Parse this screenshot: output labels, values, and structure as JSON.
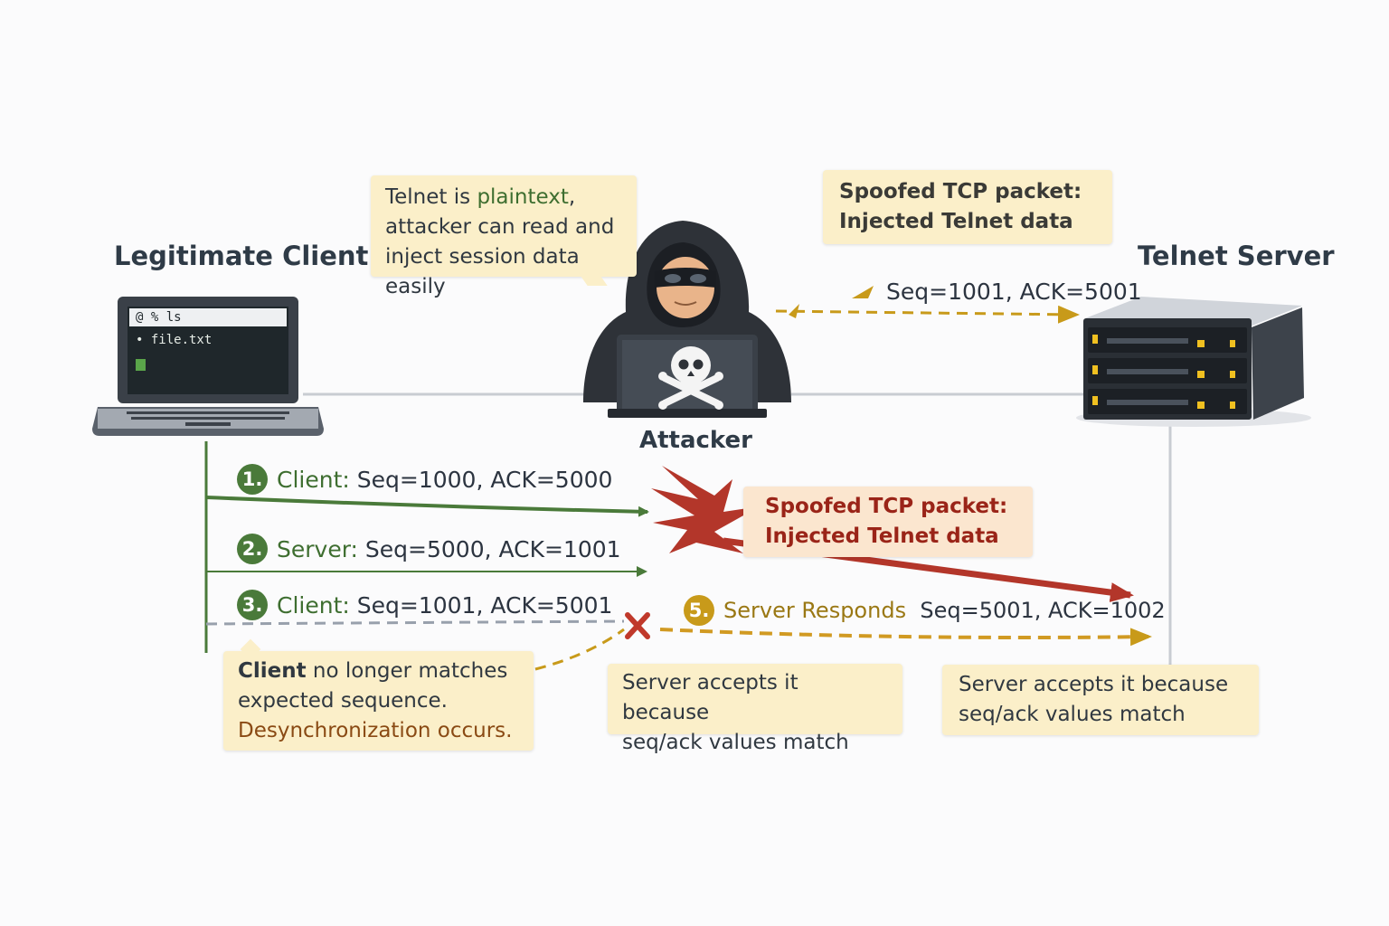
{
  "nodes": {
    "client": "Legitimate Client",
    "server": "Telnet Server",
    "attacker": "Attacker"
  },
  "terminal": {
    "prompt": "@ % ls",
    "output": "file.txt"
  },
  "callouts": {
    "plaintext": {
      "part1": "Telnet is ",
      "highlight": "plaintext",
      "part2": ",",
      "line2": "attacker can read and",
      "line3": "inject session data easily"
    },
    "spoofed_top": {
      "line1": "Spoofed TCP packet:",
      "line2": "Injected Telnet data"
    },
    "spoofed_mid": {
      "line1": "Spoofed TCP packet:",
      "line2": "Injected Telnet data"
    },
    "desync": {
      "highlight": "Client",
      "line1_rest": " no longer matches",
      "line2": "expected sequence.",
      "line3": "Desynchronization occurs."
    },
    "accepts_left": {
      "line1": "Server accepts it because",
      "line2": "seq/ack values match"
    },
    "accepts_right": {
      "line1": "Server accepts it because",
      "line2": "seq/ack values match"
    }
  },
  "spoof_seq": "Seq=1001, ACK=5001",
  "steps": [
    {
      "num": "1.",
      "label": "Client:",
      "values": "Seq=1000, ACK=5000"
    },
    {
      "num": "2.",
      "label": "Server:",
      "values": "Seq=5000, ACK=1001"
    },
    {
      "num": "3.",
      "label": "Client:",
      "values": "Seq=1001, ACK=5001"
    },
    {
      "num": "5.",
      "label": "Server  Responds",
      "values": "Seq=5001, ACK=1002"
    }
  ],
  "colors": {
    "green": "#4a7a3a",
    "gold": "#c89a1a",
    "red": "#b3362a",
    "callout": "#fbefc9"
  },
  "icons": [
    "laptop-icon",
    "hacker-icon",
    "skull-crossbones-icon",
    "server-rack-icon",
    "x-mark-icon"
  ]
}
